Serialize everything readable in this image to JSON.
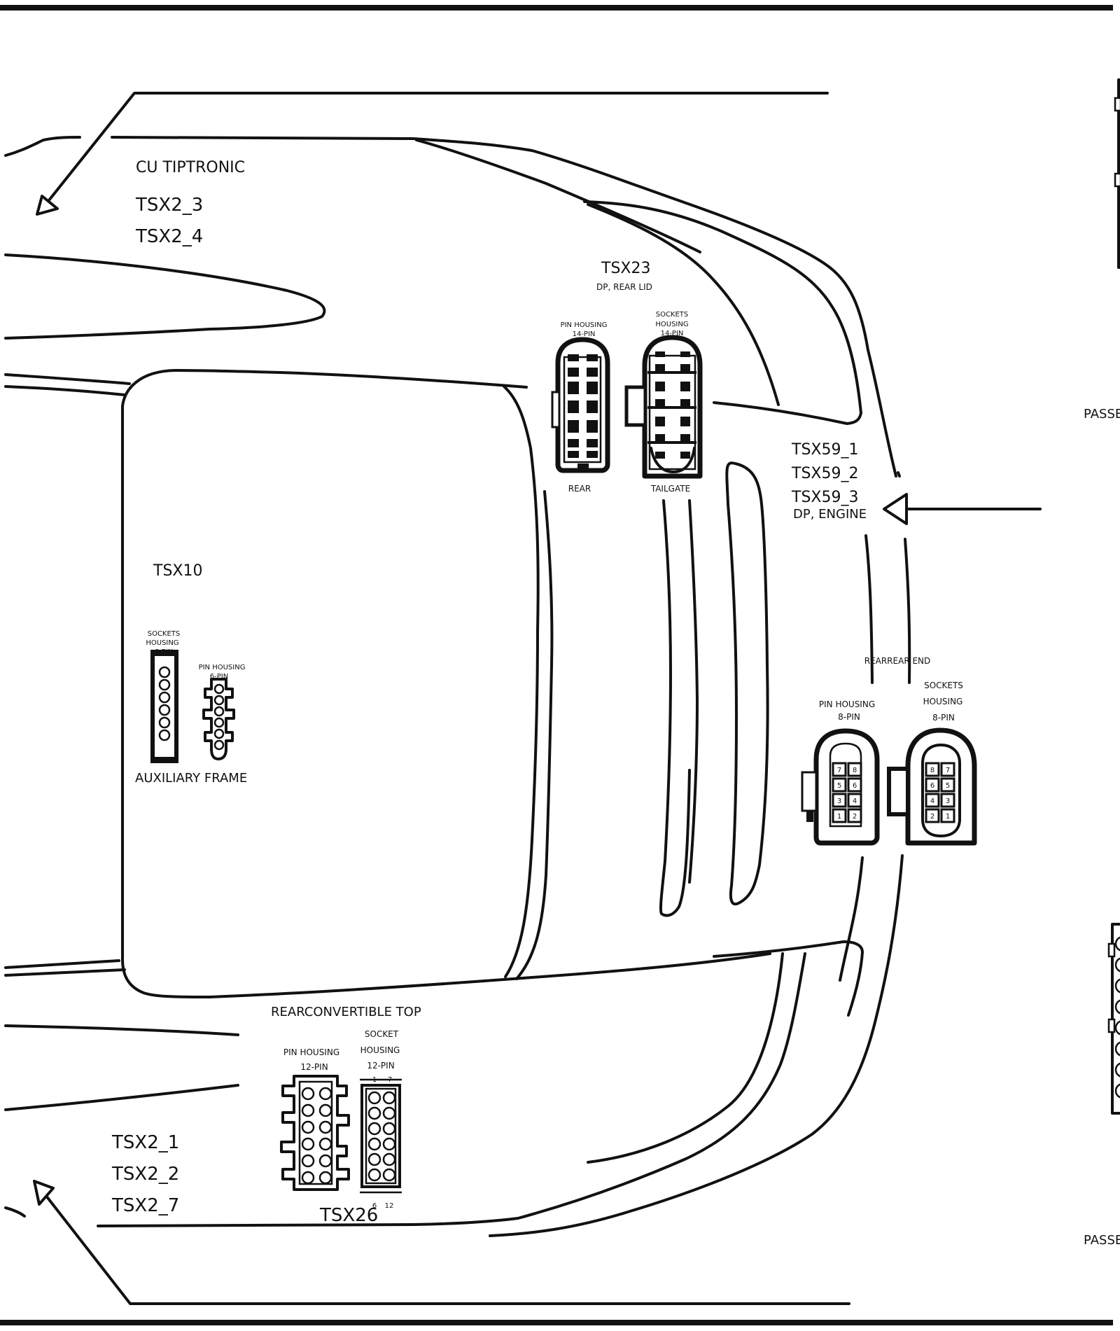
{
  "labels": {
    "cu_tiptronic": "CU TIPTRONIC",
    "tsx2_3": "TSX2_3",
    "tsx2_4": "TSX2_4",
    "tsx23": "TSX23",
    "dp_rear_lid": "DP, REAR LID",
    "tsx23_pin_housing": "PIN HOUSING",
    "tsx23_pin_count": "14-PIN",
    "tsx23_sockets": "SOCKETS",
    "tsx23_housing": "HOUSING",
    "tsx23_socket_count": "14-PIN",
    "rear": "REAR",
    "tailgate": "TAILGATE",
    "tsx59_1": "TSX59_1",
    "tsx59_2": "TSX59_2",
    "tsx59_3": "TSX59_3",
    "dp_engine": "DP, ENGINE",
    "passe_top": "PASSE",
    "passe_bottom": "PASSE",
    "tsx10": "TSX10",
    "tsx10_sockets": "SOCKETS",
    "tsx10_housing": "HOUSING",
    "tsx10_socket_count": "6-PIN",
    "tsx10_pin_housing": "PIN HOUSING",
    "tsx10_pin_count": "6-PIN",
    "auxiliary_frame": "AUXILIARY FRAME",
    "rearrear_end": "REARREAR END",
    "tsx59_pin_housing": "PIN HOUSING",
    "tsx59_pin_count": "8-PIN",
    "tsx59_sockets": "SOCKETS",
    "tsx59_housing": "HOUSING",
    "tsx59_socket_count": "8-PIN",
    "rearconvertible_top": "REARCONVERTIBLE TOP",
    "tsx26_pin_housing": "PIN HOUSING",
    "tsx26_pin_count": "12-PIN",
    "tsx26_socket": "SOCKET",
    "tsx26_housing": "HOUSING",
    "tsx26_socket_count": "12-PIN",
    "tsx26_top_1": "1",
    "tsx26_top_7": "7",
    "tsx26_bottom_6": "6",
    "tsx26_bottom_12": "12",
    "tsx2_1": "TSX2_1",
    "tsx2_2": "TSX2_2",
    "tsx2_7": "TSX2_7",
    "tsx26": "TSX26"
  },
  "pin_numbers": {
    "tsx59_pin": [
      "7",
      "8",
      "5",
      "6",
      "3",
      "4",
      "1",
      "2"
    ],
    "tsx59_socket": [
      "8",
      "7",
      "6",
      "5",
      "4",
      "3",
      "2",
      "1"
    ]
  }
}
